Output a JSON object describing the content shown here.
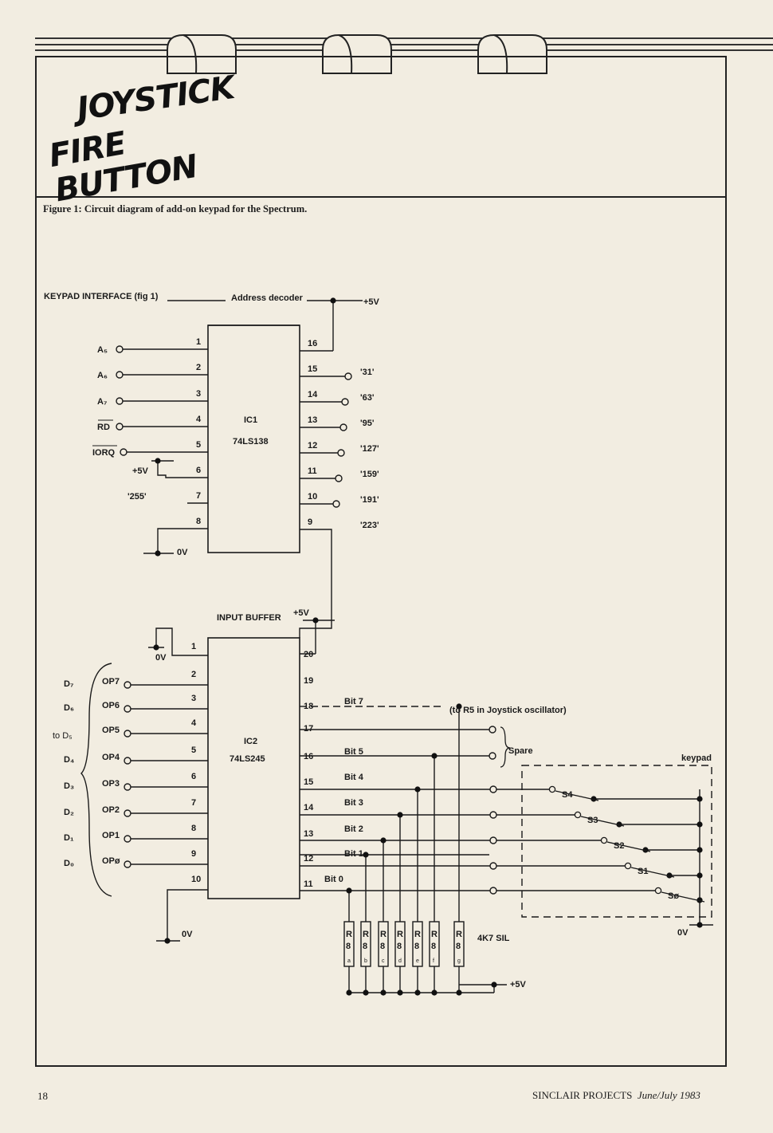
{
  "headline": {
    "line1": "JOYSTICK",
    "line2": "FIRE BUTTON"
  },
  "caption": "Figure 1: Circuit diagram of add-on keypad for the Spectrum.",
  "labels": {
    "keypad_interface": "KEYPAD INTERFACE (fig 1)",
    "address_decoder": "Address decoder",
    "plus5v": "+5V",
    "ic1_name": "IC1",
    "ic1_part": "74LS138",
    "input_buffer": "INPUT BUFFER",
    "ic2_name": "IC2",
    "ic2_part": "74LS245",
    "zero_v": "0V",
    "to_r5": "(to R5 in Joystick oscillator)",
    "spare": "Spare",
    "keypad": "keypad",
    "sil": "4K7 SIL",
    "to_d5": "to D₅"
  },
  "ic1_left_inputs": [
    {
      "name": "A₅",
      "pin": "1"
    },
    {
      "name": "A₆",
      "pin": "2"
    },
    {
      "name": "A₇",
      "pin": "3"
    },
    {
      "name": "RD",
      "pin": "4"
    },
    {
      "name": "IORQ",
      "pin": "5"
    },
    {
      "name": "+5V",
      "pin": "6"
    },
    {
      "name": "'255'",
      "pin": "7"
    },
    {
      "name": "",
      "pin": "8"
    }
  ],
  "ic1_right_outputs": [
    {
      "pin": "16",
      "label": ""
    },
    {
      "pin": "15",
      "label": "'31'"
    },
    {
      "pin": "14",
      "label": "'63'"
    },
    {
      "pin": "13",
      "label": "'95'"
    },
    {
      "pin": "12",
      "label": "'127'"
    },
    {
      "pin": "11",
      "label": "'159'"
    },
    {
      "pin": "10",
      "label": "'191'"
    },
    {
      "pin": "9",
      "label": "'223'"
    }
  ],
  "ic2_left": [
    {
      "pin": "1",
      "d": "",
      "op": ""
    },
    {
      "pin": "2",
      "d": "D₇",
      "op": "OP7"
    },
    {
      "pin": "3",
      "d": "D₆",
      "op": "OP6"
    },
    {
      "pin": "4",
      "d": "",
      "op": "OP5"
    },
    {
      "pin": "5",
      "d": "D₄",
      "op": "OP4"
    },
    {
      "pin": "6",
      "d": "D₃",
      "op": "OP3"
    },
    {
      "pin": "7",
      "d": "D₂",
      "op": "OP2"
    },
    {
      "pin": "8",
      "d": "D₁",
      "op": "OP1"
    },
    {
      "pin": "9",
      "d": "D₀",
      "op": "OPø"
    },
    {
      "pin": "10",
      "d": "",
      "op": ""
    }
  ],
  "ic2_right": [
    {
      "pin": "20",
      "bit": ""
    },
    {
      "pin": "19",
      "bit": ""
    },
    {
      "pin": "18",
      "bit": "Bit 7"
    },
    {
      "pin": "17",
      "bit": ""
    },
    {
      "pin": "16",
      "bit": "Bit 5"
    },
    {
      "pin": "15",
      "bit": "Bit 4"
    },
    {
      "pin": "14",
      "bit": "Bit 3"
    },
    {
      "pin": "13",
      "bit": "Bit 2"
    },
    {
      "pin": "12",
      "bit": "Bit 1"
    },
    {
      "pin": "11",
      "bit": "Bit 0"
    }
  ],
  "switches": [
    "S4",
    "S3",
    "S2",
    "S1",
    "Sø"
  ],
  "resistors": [
    {
      "label": "R8",
      "sub": "a"
    },
    {
      "label": "R8",
      "sub": "b"
    },
    {
      "label": "R8",
      "sub": "c"
    },
    {
      "label": "R8",
      "sub": "d"
    },
    {
      "label": "R8",
      "sub": "e"
    },
    {
      "label": "R8",
      "sub": "f"
    },
    {
      "label": "R8",
      "sub": "g"
    }
  ],
  "footer": {
    "page_number": "18",
    "publication": "SINCLAIR PROJECTS",
    "issue": "June/July 1983"
  }
}
